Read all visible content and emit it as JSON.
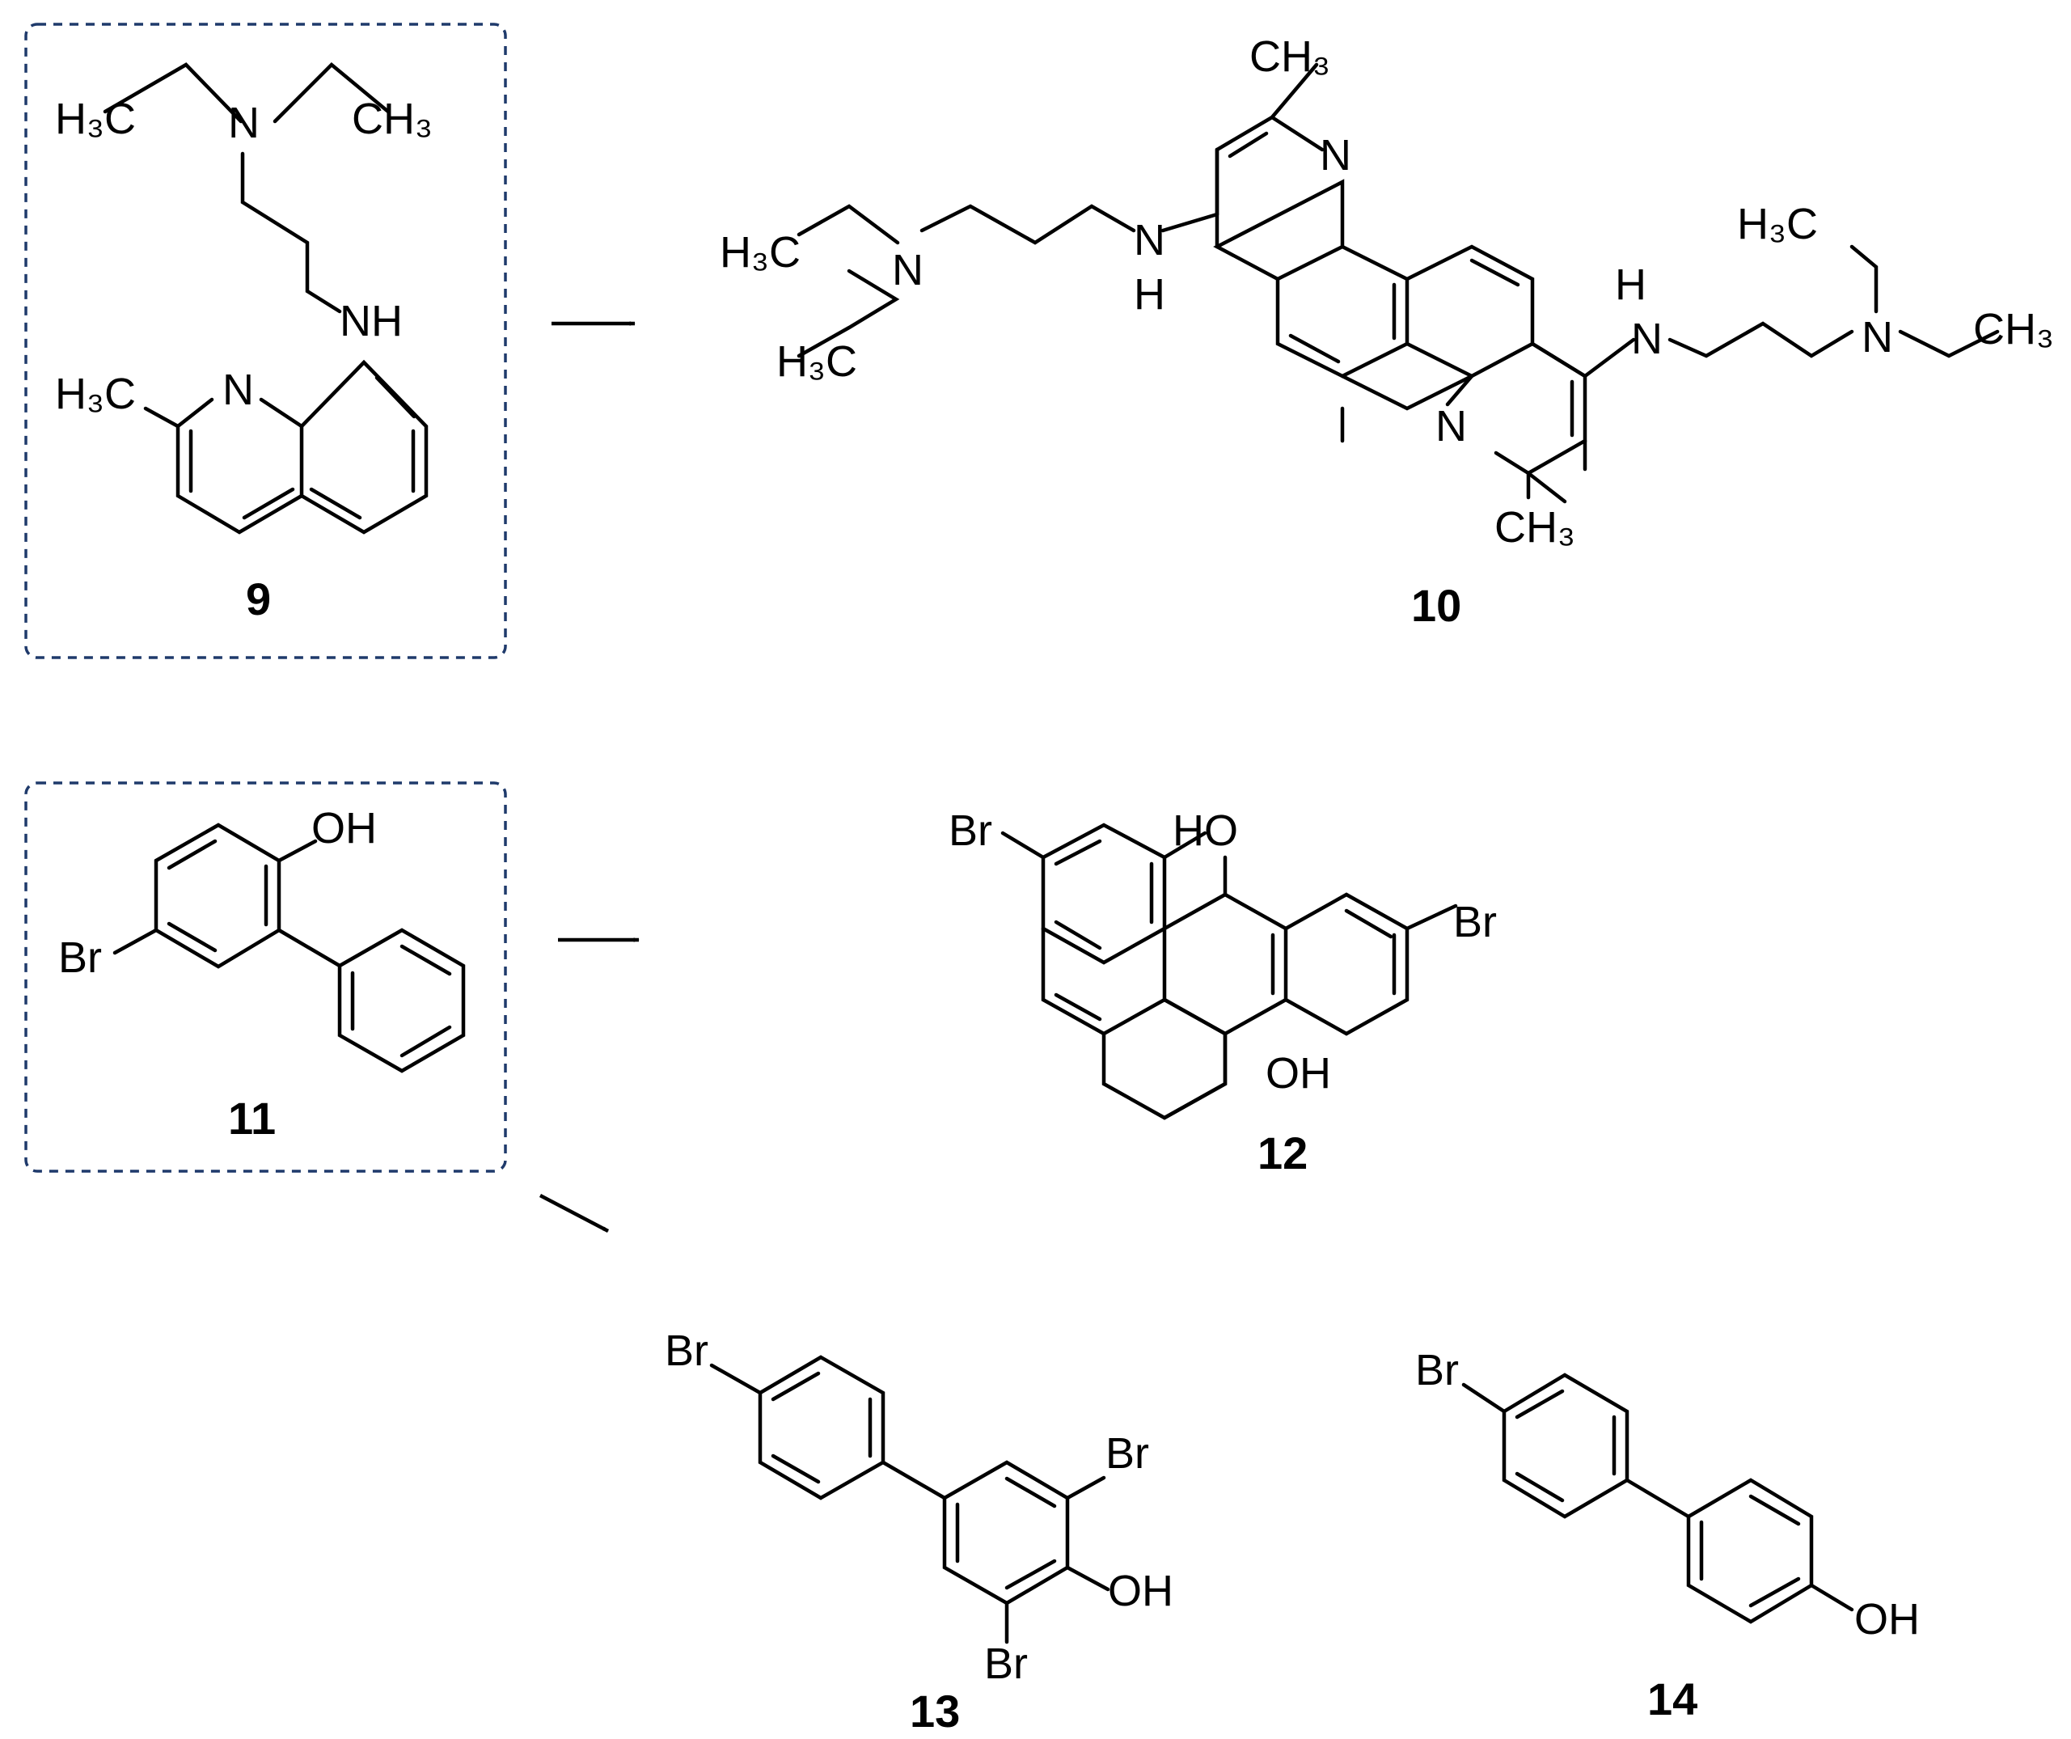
{
  "scheme": {
    "compound_numbers": {
      "c9": "9",
      "c10": "10",
      "c11": "11",
      "c12": "12",
      "c13": "13",
      "c14": "14"
    },
    "atoms": {
      "ch3_left": "H₃C",
      "ch3_right": "CH₃",
      "n": "N",
      "nh": "NH",
      "h": "H",
      "oh": "OH",
      "ho": "HO",
      "br": "Br"
    },
    "colors": {
      "box": "#1f3a6b",
      "ink": "#000000"
    }
  }
}
